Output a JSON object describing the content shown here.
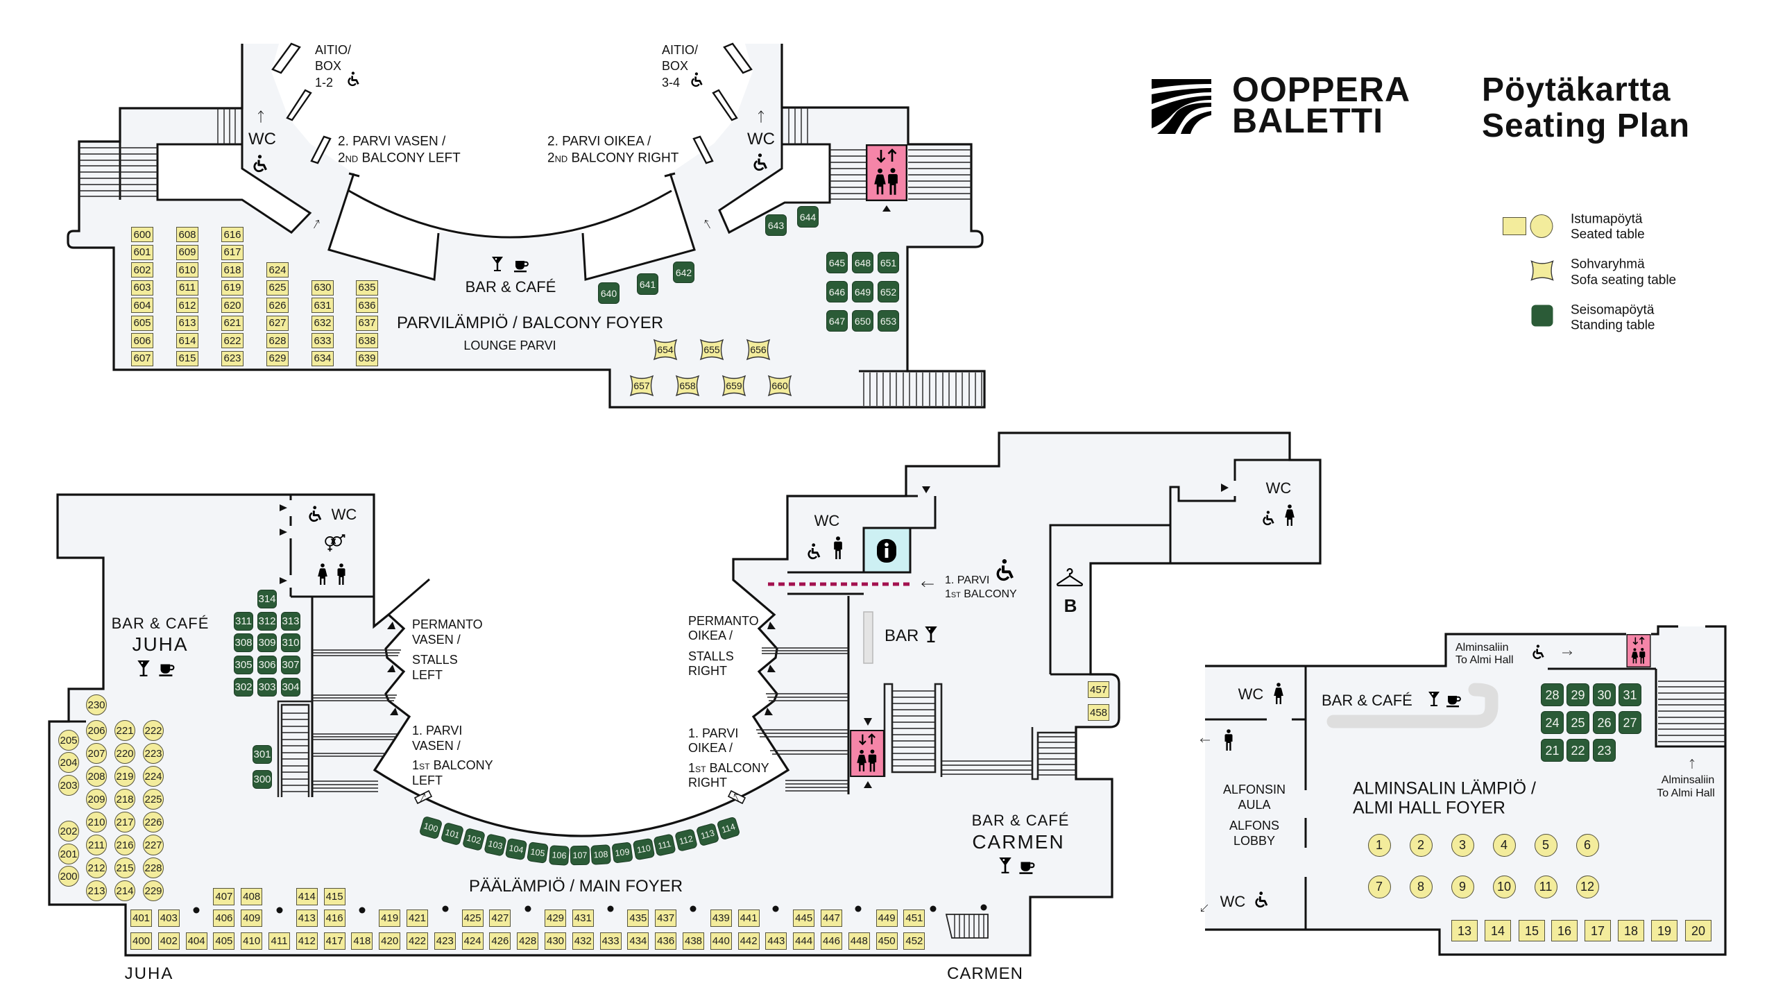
{
  "header": {
    "brand_line1": "OOPPERA",
    "brand_line2": "BALETTI",
    "title_fi": "Pöytäkartta",
    "title_en": "Seating Plan"
  },
  "legend": {
    "seated": {
      "fi": "Istumapöytä",
      "en": "Seated table"
    },
    "sofa": {
      "fi": "Sohvaryhmä",
      "en": "Sofa seating table"
    },
    "standing": {
      "fi": "Seisomapöytä",
      "en": "Standing table"
    }
  },
  "colors": {
    "seated_table": "#f3ec9c",
    "standing_table": "#2b5b37",
    "elevator": "#f585a8",
    "info_point": "#cdf0f3",
    "floor": "#f3f5f8",
    "route_line": "#a3124f"
  },
  "icons": {
    "bar": "martini-glass-icon",
    "cafe": "coffee-cup-icon",
    "accessible": "wheelchair-icon",
    "toilet_men": "man-icon",
    "toilet_women": "woman-icon",
    "elevator": "elevator-icon",
    "info": "info-icon",
    "cloakroom": "hanger-icon"
  },
  "balcony_foyer": {
    "title": "PARVILÄMPIÖ / BALCONY FOYER",
    "lounge": "LOUNGE PARVI",
    "bar_cafe": "BAR & CAFÉ",
    "wc": "WC",
    "box_left": {
      "l1": "AITIO/",
      "l2": "BOX",
      "l3": "1-2"
    },
    "box_right": {
      "l1": "AITIO/",
      "l2": "BOX",
      "l3": "3-4"
    },
    "balcony_left": {
      "l1": "2. PARVI VASEN /",
      "num": "2",
      "ord": "ND",
      "rest": " BALCONY LEFT"
    },
    "balcony_right": {
      "l1": "2. PARVI OIKEA /",
      "num": "2",
      "ord": "ND",
      "rest": " BALCONY RIGHT"
    },
    "tables": {
      "seated_columns": [
        [
          "600",
          "601",
          "602",
          "603",
          "604",
          "605",
          "606",
          "607"
        ],
        [
          "608",
          "609",
          "610",
          "611",
          "612",
          "613",
          "614",
          "615"
        ],
        [
          "616",
          "617",
          "618",
          "619",
          "620",
          "621",
          "622",
          "623"
        ],
        [
          "624",
          "625",
          "626",
          "627",
          "628",
          "629"
        ],
        [
          "630",
          "631",
          "632",
          "633",
          "634"
        ],
        [
          "635",
          "636",
          "637",
          "638",
          "639"
        ]
      ],
      "standing": [
        "640",
        "641",
        "642",
        "643",
        "644",
        "645",
        "646",
        "647",
        "648",
        "649",
        "650",
        "651",
        "652",
        "653"
      ],
      "sofa": [
        "654",
        "655",
        "656",
        "657",
        "658",
        "659",
        "660"
      ]
    }
  },
  "main_foyer": {
    "title": "PÄÄLÄMPIÖ / MAIN FOYER",
    "bar_juha": {
      "l1": "BAR & CAFÉ",
      "l2": "JUHA"
    },
    "bar_carmen": {
      "l1": "BAR & CAFÉ",
      "l2": "CARMEN"
    },
    "bar": "BAR",
    "wc": "WC",
    "cloakroom": "B",
    "stalls_left": {
      "l1": "PERMANTO",
      "l2": "VASEN /",
      "l3": "STALLS",
      "l4": "LEFT"
    },
    "stalls_right": {
      "l1": "PERMANTO",
      "l2": "OIKEA /",
      "l3": "STALLS",
      "l4": "RIGHT"
    },
    "balcony1_left": {
      "l1": "1. PARVI",
      "l2": "VASEN /",
      "num": "1",
      "ord": "ST",
      "rest": " BALCONY",
      "l4": "LEFT"
    },
    "balcony1_right": {
      "l1": "1. PARVI",
      "l2": "OIKEA /",
      "num": "1",
      "ord": "ST",
      "rest": " BALCONY",
      "l4": "RIGHT"
    },
    "balcony1_access": {
      "l1": "1. PARVI",
      "num": "1",
      "ord": "ST",
      "rest": " BALCONY"
    },
    "entrance_left": "JUHA",
    "entrance_right": "CARMEN",
    "tables": {
      "standing_100": [
        "100",
        "101",
        "102",
        "103",
        "104",
        "105",
        "106",
        "107",
        "108",
        "109",
        "110",
        "111",
        "112",
        "113",
        "114"
      ],
      "round_200": {
        "col_a": [
          "205",
          "204",
          "203",
          "202",
          "201",
          "200"
        ],
        "col_b": [
          "230",
          "206",
          "207",
          "208",
          "209",
          "210",
          "211",
          "212",
          "213"
        ],
        "col_c": [
          "221",
          "220",
          "219",
          "218",
          "217",
          "216",
          "215",
          "214"
        ],
        "col_d": [
          "222",
          "223",
          "224",
          "225",
          "226",
          "227",
          "228",
          "229"
        ]
      },
      "standing_300": [
        "314",
        "311",
        "312",
        "313",
        "308",
        "309",
        "310",
        "305",
        "306",
        "307",
        "302",
        "303",
        "304",
        "301",
        "300"
      ],
      "square_400": {
        "row_upper": [
          "407",
          "408",
          "414",
          "415"
        ],
        "row_middle": [
          "401",
          "403",
          "406",
          "409",
          "413",
          "416",
          "419",
          "421",
          "425",
          "427",
          "429",
          "431",
          "435",
          "437",
          "439",
          "441",
          "445",
          "447",
          "449",
          "451"
        ],
        "row_lower": [
          "400",
          "402",
          "404",
          "405",
          "410",
          "411",
          "412",
          "417",
          "418",
          "420",
          "422",
          "423",
          "424",
          "426",
          "428",
          "430",
          "432",
          "433",
          "434",
          "436",
          "438",
          "440",
          "442",
          "443",
          "444",
          "446",
          "448",
          "450",
          "452"
        ]
      },
      "square_side": [
        "457",
        "458"
      ]
    }
  },
  "almi_foyer": {
    "title_l1": "ALMINSALIN LÄMPIÖ /",
    "title_l2": "ALMI HALL FOYER",
    "bar_cafe": "BAR & CAFÉ",
    "wc": "WC",
    "lobby": {
      "l1": "ALFONSIN",
      "l2": "AULA",
      "l3": "ALFONS",
      "l4": "LOBBY"
    },
    "to_almi_top": {
      "l1": "Alminsaliin",
      "l2": "To Almi Hall"
    },
    "to_almi_right": {
      "l1": "Alminsaliin",
      "l2": "To Almi Hall"
    },
    "tables": {
      "standing": [
        [
          "28",
          "29",
          "30",
          "31"
        ],
        [
          "24",
          "25",
          "26",
          "27"
        ],
        [
          "21",
          "22",
          "23"
        ]
      ],
      "round": [
        [
          "1",
          "2",
          "3",
          "4",
          "5",
          "6"
        ],
        [
          "7",
          "8",
          "9",
          "10",
          "11",
          "12"
        ]
      ],
      "square": [
        "13",
        "14",
        "15",
        "16",
        "17",
        "18",
        "19",
        "20"
      ]
    }
  }
}
